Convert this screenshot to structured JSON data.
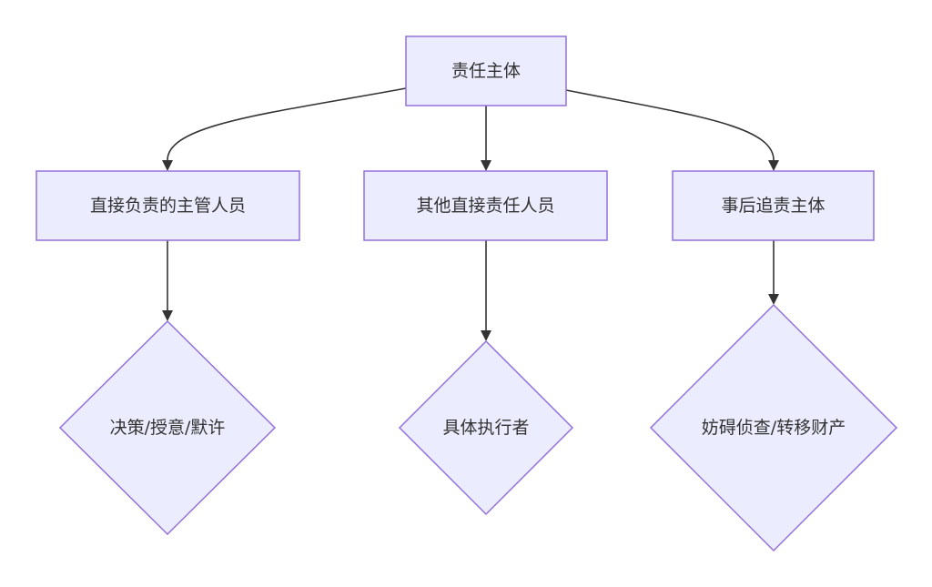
{
  "diagram": {
    "nodes": {
      "root": {
        "label": "责任主体"
      },
      "supervisor": {
        "label": "直接负责的主管人员"
      },
      "other": {
        "label": "其他直接责任人员"
      },
      "post": {
        "label": "事后追责主体"
      },
      "decision": {
        "label": "决策/授意/默许"
      },
      "executor": {
        "label": "具体执行者"
      },
      "obstruct": {
        "label": "妨碍侦查/转移财产"
      }
    },
    "edges": [
      {
        "from": "root",
        "to": "supervisor"
      },
      {
        "from": "root",
        "to": "other"
      },
      {
        "from": "root",
        "to": "post"
      },
      {
        "from": "supervisor",
        "to": "decision"
      },
      {
        "from": "other",
        "to": "executor"
      },
      {
        "from": "post",
        "to": "obstruct"
      }
    ],
    "colors": {
      "node_fill": "#ECECFF",
      "node_stroke": "#9370DB",
      "edge": "#333333",
      "text": "#333333"
    }
  }
}
